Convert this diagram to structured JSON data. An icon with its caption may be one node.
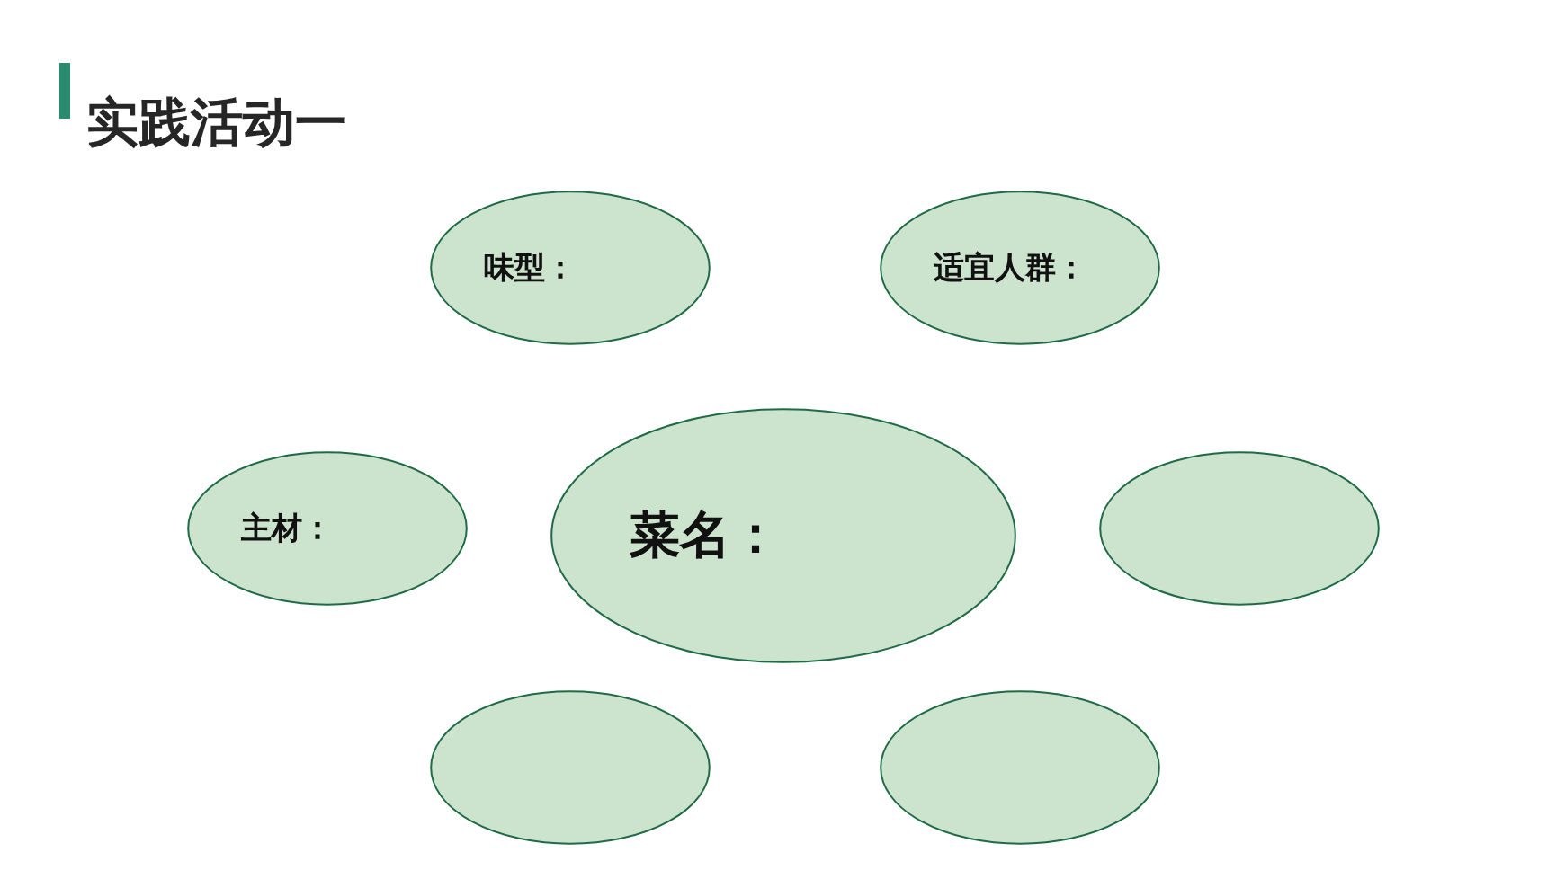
{
  "diagram": {
    "title": "实践活动一",
    "nodes": [
      {
        "text": [
          "味型："
        ]
      },
      {
        "text": [
          "适宜人群："
        ]
      },
      {
        "text": [
          "主材："
        ]
      },
      {
        "text": [
          "菜名："
        ]
      },
      {
        "text": [],
        "shape": "ellipse"
      },
      {
        "text": [],
        "shape": "ellipse"
      },
      {
        "text": [],
        "shape": "ellipse"
      }
    ]
  }
}
